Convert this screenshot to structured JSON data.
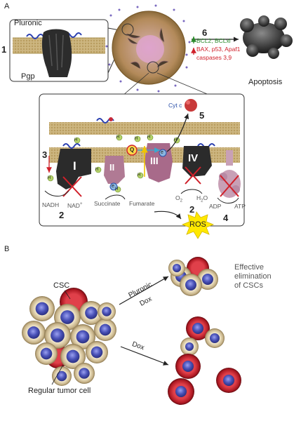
{
  "panel_a": {
    "letter": "A",
    "pluronic_label": "Pluronic",
    "pgp_label": "Pgp",
    "step1": "1",
    "step2a": "2",
    "step2b": "2",
    "step3": "3",
    "step4": "4",
    "step5": "5",
    "step6": "6",
    "anti_apoptotic": "BCL2, BCLxl",
    "pro_apoptotic": "BAX, p53, Apaf1",
    "caspases": "caspases 3,9",
    "apoptosis_label": "Apoptosis",
    "cytc_label": "Cyt c",
    "complex_I": "I",
    "complex_II": "II",
    "complex_III": "III",
    "complex_IV": "IV",
    "q_label": "Q",
    "e_label": "e",
    "h_label": "H",
    "nadh": "NADH",
    "nad": "NAD",
    "succinate": "Succinate",
    "fumarate": "Fumarate",
    "o2": "O",
    "h2o": "H",
    "adp": "ADP",
    "atp": "ATP",
    "ros": "ROS"
  },
  "panel_b": {
    "letter": "B",
    "csc_label": "CSC",
    "regular_label": "Regular tumor cell",
    "arrow_top_1": "Pluronic",
    "arrow_top_2": "Dox",
    "arrow_bottom": "Dox",
    "effective_1": "Effective",
    "effective_2": "elimination",
    "effective_3": "of CSCs"
  },
  "colors": {
    "green": "#2a8a2a",
    "red": "#d0202a",
    "membrane": "#c9b27a",
    "complex_dark": "#2b2b2b",
    "complex_pink": "#b07a94",
    "ros_yellow": "#ffe800",
    "cell_blue": "#5058b8",
    "csc_red": "#c8202a"
  }
}
